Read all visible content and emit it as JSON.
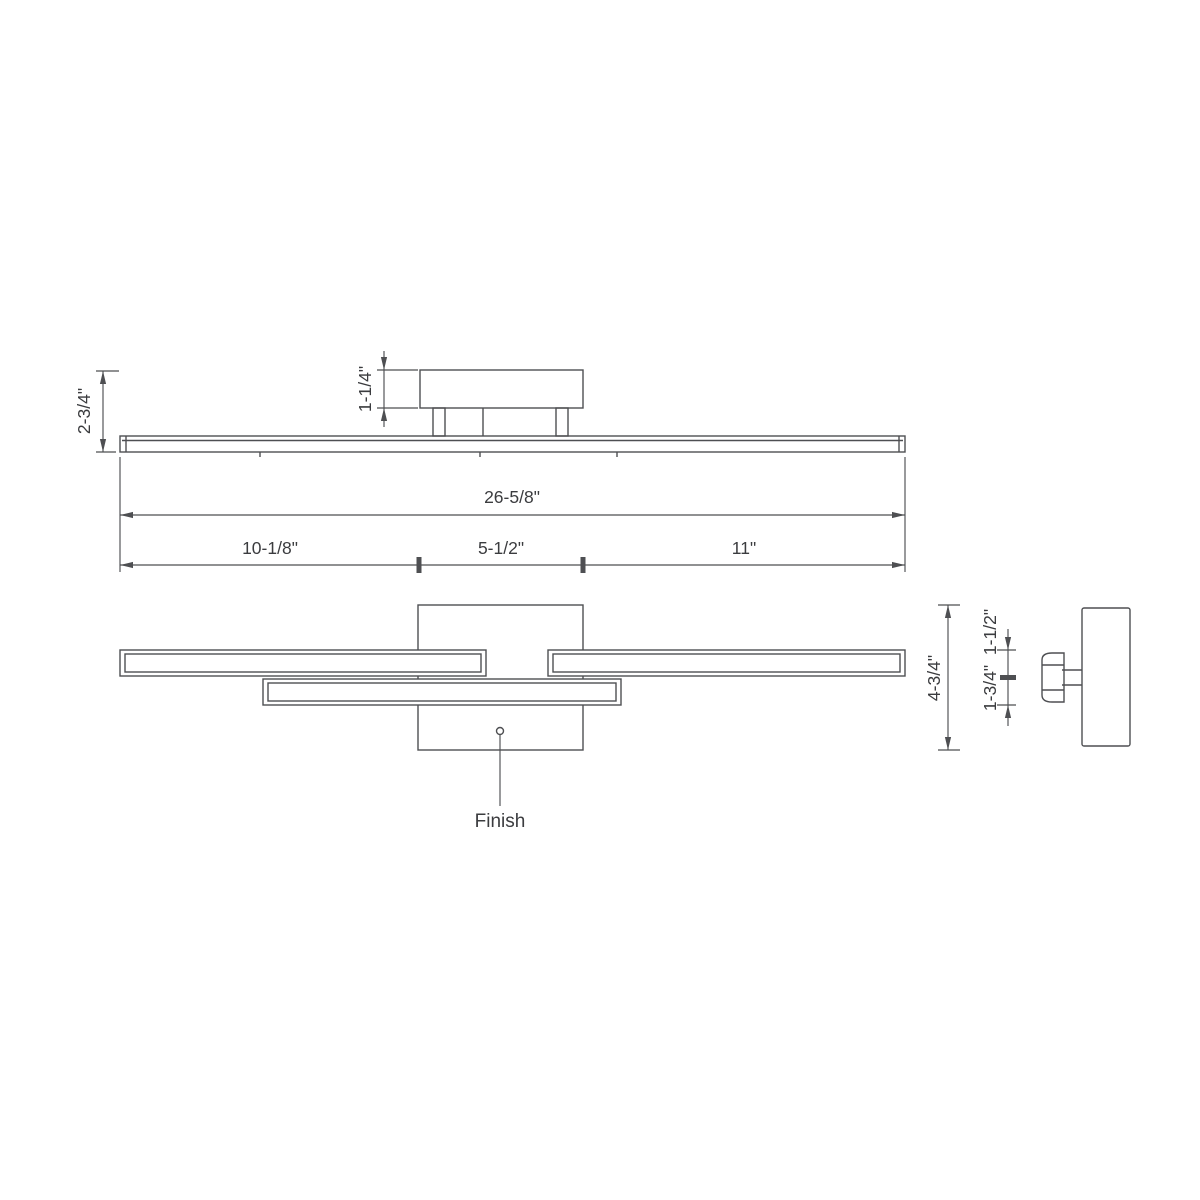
{
  "colors": {
    "line": "#4e4f52",
    "text": "#3b3c3f",
    "background": "#ffffff"
  },
  "side_view": {
    "overall_height": "2-3/4\"",
    "canopy_height": "1-1/4\""
  },
  "width_dims": {
    "total": "26-5/8\"",
    "left": "10-1/8\"",
    "center": "5-1/2\"",
    "right": "11\""
  },
  "front_view": {
    "canopy_height": "4-3/4\"",
    "lower_bar_height": "1-3/4\"",
    "upper_bar_height": "1-1/2\"",
    "finish_label": "Finish"
  }
}
